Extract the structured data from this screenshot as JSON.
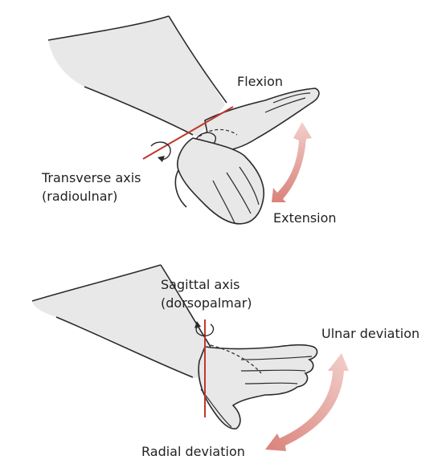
{
  "labels": {
    "flexion": "Flexion",
    "extension": "Extension",
    "transverse_axis": "Transverse axis",
    "transverse_axis_sub": "(radioulnar)",
    "sagittal_axis": "Sagittal axis",
    "sagittal_axis_sub": "(dorsopalmar)",
    "ulnar_deviation": "Ulnar deviation",
    "radial_deviation": "Radial deviation"
  },
  "colors": {
    "skin": "#e8e8e8",
    "outline": "#2b2b2b",
    "axis": "#c0392b",
    "motion_arrow": "#d9827a",
    "text": "#222222"
  },
  "icons": {
    "rotation_arrow": "curved-rotation-arrow-icon",
    "motion_arrow": "double-headed-curved-arrow-icon"
  }
}
